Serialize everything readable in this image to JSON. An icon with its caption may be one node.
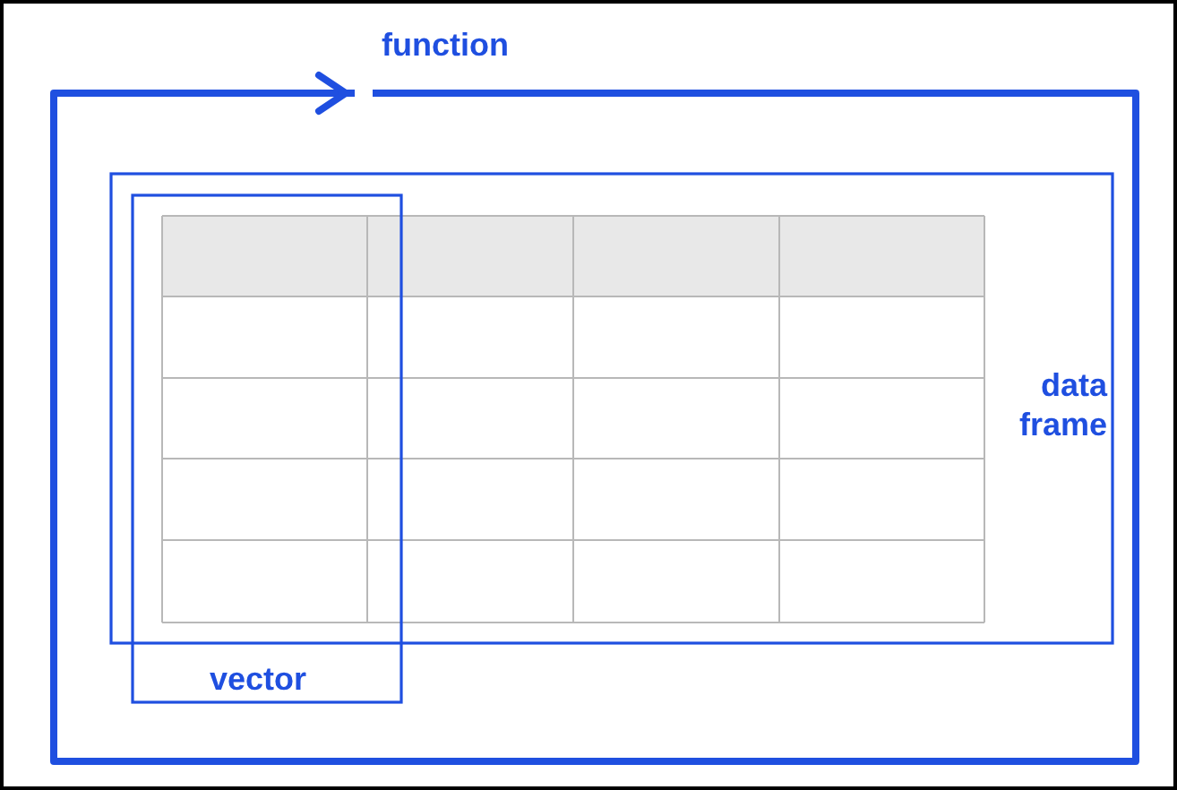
{
  "diagram": {
    "nodes": [
      {
        "text": [
          "function"
        ]
      },
      {
        "text": [
          "data frame"
        ],
        "in": 0
      },
      {
        "text": [
          "vector"
        ],
        "in": 0
      }
    ]
  }
}
